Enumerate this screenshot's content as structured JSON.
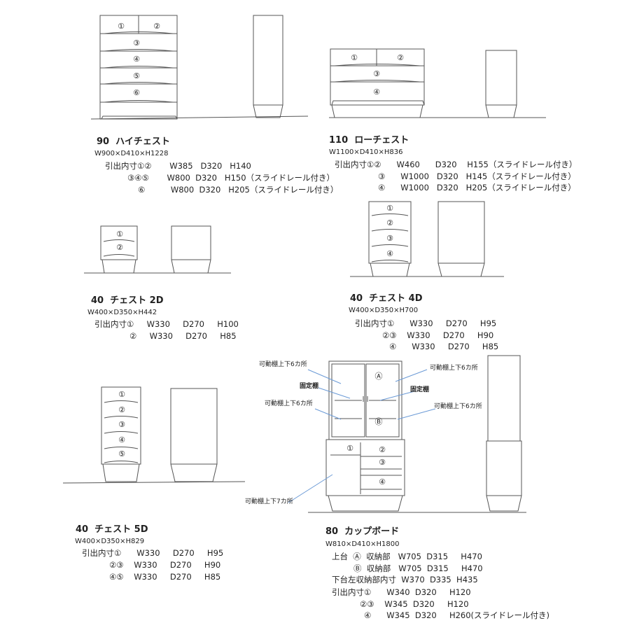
{
  "drawing_labels": {
    "m1": "①",
    "m2": "②",
    "m3": "③",
    "m4": "④",
    "m5": "⑤",
    "m6": "⑥",
    "mA": "Ⓐ",
    "mB": "Ⓑ"
  },
  "callouts": {
    "upper_left": "可動棚上下6カ所",
    "fixed_left": "固定棚",
    "middle_left": "可動棚上下6カ所",
    "upper_right": "可動棚上下6カ所",
    "fixed_right": "固定棚",
    "middle_right": "可動棚上下6カ所",
    "lower_left": "可動棚上下7カ所"
  },
  "products": {
    "high_chest": {
      "title": "90  ハイチェスト",
      "dims": "W900×D410×H1228",
      "rows": [
        "引出内寸①②       W385   D320   H140",
        "③④⑤       W800  D320   H150（スライドレール付き）",
        "⑥          W800  D320   H205（スライドレール付き）"
      ]
    },
    "low_chest": {
      "title": "110  ローチェスト",
      "dims": "W1100×D410×H836",
      "rows": [
        "引出内寸①②      W460      D320    H155（スライドレール付き）",
        "③      W1000   D320   H145（スライドレール付き）",
        "④      W1000   D320   H205（スライドレール付き）"
      ]
    },
    "chest_2d": {
      "title": "40  チェスト 2D",
      "dims": "W400×D350×H442",
      "rows": [
        "引出内寸①     W330     D270     H100",
        "②     W330     D270     H85"
      ]
    },
    "chest_4d": {
      "title": "40  チェスト 4D",
      "dims": "W400×D350×H700",
      "rows": [
        "引出内寸①      W330     D270     H95",
        "②③    W330     D270     H90",
        "④      W330     D270     H85"
      ]
    },
    "chest_5d": {
      "title": "40  チェスト 5D",
      "dims": "W400×D350×H829",
      "rows": [
        "引出内寸①      W330     D270     H95",
        "②③    W330     D270     H90",
        "④⑤    W330     D270     H85"
      ]
    },
    "cupboard": {
      "title": "80  カップボード",
      "dims": "W810×D410×H1800",
      "rows": [
        "上台  Ⓐ  収納部   W705  D315     H470",
        "Ⓑ  収納部   W705  D315     H470",
        "下台左収納部内寸  W370  D335  H435",
        "引出内寸①      W340  D320     H120",
        "②③    W345  D320     H120",
        "④      W345  D320     H260(スライドレール付き)"
      ]
    }
  }
}
